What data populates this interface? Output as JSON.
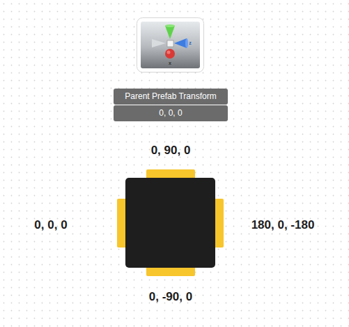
{
  "diagram": {
    "nodes": [
      {
        "text": [
          "Parent Prefab Transform",
          "0, 0, 0"
        ]
      }
    ],
    "labels": [
      "z",
      "x",
      "0, 90, 0",
      "0, 0, 0",
      "180, 0, -180",
      "0, -90, 0"
    ]
  }
}
